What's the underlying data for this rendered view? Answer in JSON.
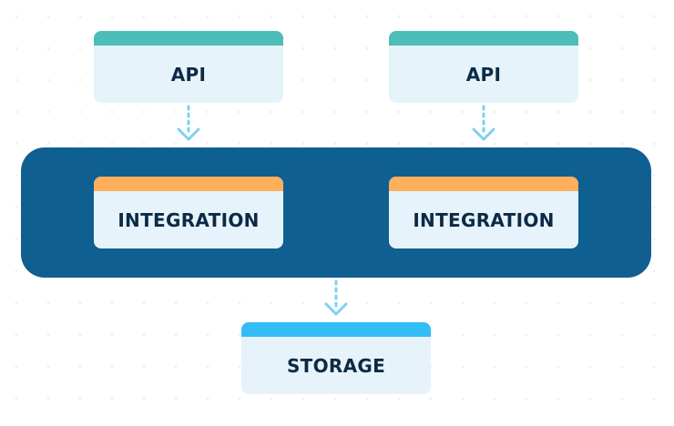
{
  "colors": {
    "api_header": "#4dbdb7",
    "integration_header": "#fdaf5b",
    "storage_header": "#33bdf6",
    "card_body": "#e6f3fa",
    "platform": "#0f5f91",
    "arrow": "#7fd0f0",
    "text": "#0c2a45"
  },
  "nodes": {
    "api_left": {
      "label": "API"
    },
    "api_right": {
      "label": "API"
    },
    "integration_left": {
      "label": "INTEGRATION"
    },
    "integration_right": {
      "label": "INTEGRATION"
    },
    "storage": {
      "label": "STORAGE"
    }
  },
  "edges": [
    {
      "from": "api_left",
      "to": "platform",
      "style": "dashed-arrow"
    },
    {
      "from": "api_right",
      "to": "platform",
      "style": "dashed-arrow"
    },
    {
      "from": "platform",
      "to": "storage",
      "style": "dashed-arrow"
    }
  ]
}
